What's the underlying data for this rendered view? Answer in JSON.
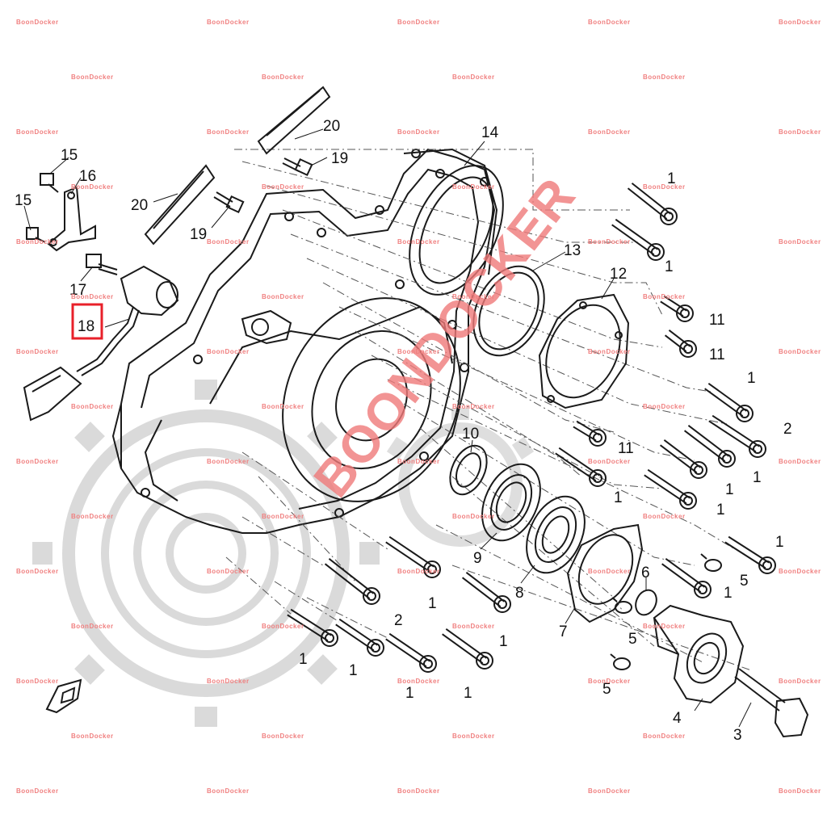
{
  "watermark": {
    "brand": "BoonDocker",
    "small_label": "BoonDocker",
    "big_label": "BOONDOCKER"
  },
  "callouts": {
    "c1": "1",
    "c2": "2",
    "c3": "3",
    "c4": "4",
    "c5": "5",
    "c6": "6",
    "c7": "7",
    "c8": "8",
    "c9": "9",
    "c10": "10",
    "c11": "11",
    "c12": "12",
    "c13": "13",
    "c14": "14",
    "c15": "15",
    "c16": "16",
    "c17": "17",
    "c18": "18",
    "c19": "19",
    "c20": "20"
  },
  "highlight": {
    "part": "18",
    "color": "#e8202a"
  },
  "colors": {
    "line": "#1a1a1a",
    "gear_watermark": "#d8d8d8",
    "brand_red": "#f07a7a"
  }
}
